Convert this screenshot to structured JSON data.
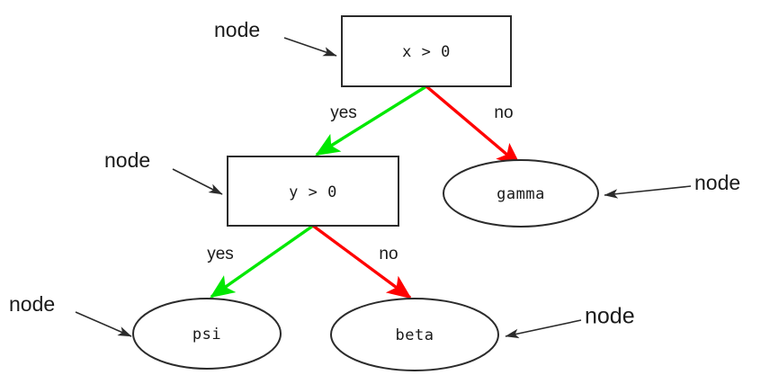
{
  "diagram": {
    "type": "decision-tree",
    "background_color": "#ffffff",
    "outline_color": "#2b2b2b",
    "yes_color": "#00e800",
    "no_color": "#ff0000",
    "nodes": [
      {
        "id": "root",
        "shape": "box",
        "label": "x > 0"
      },
      {
        "id": "second",
        "shape": "box",
        "label": "y > 0"
      },
      {
        "id": "gamma",
        "shape": "ellipse",
        "label": "gamma"
      },
      {
        "id": "psi",
        "shape": "ellipse",
        "label": "psi"
      },
      {
        "id": "beta",
        "shape": "ellipse",
        "label": "beta"
      }
    ],
    "edges": [
      {
        "from": "root",
        "to": "second",
        "label": "yes",
        "color": "#00e800"
      },
      {
        "from": "root",
        "to": "gamma",
        "label": "no",
        "color": "#ff0000"
      },
      {
        "from": "second",
        "to": "psi",
        "label": "yes",
        "color": "#00e800"
      },
      {
        "from": "second",
        "to": "beta",
        "label": "no",
        "color": "#ff0000"
      }
    ],
    "annotations": [
      {
        "id": "annot-root",
        "text": "node",
        "target": "root"
      },
      {
        "id": "annot-second",
        "text": "node",
        "target": "second"
      },
      {
        "id": "annot-gamma",
        "text": "node",
        "target": "gamma"
      },
      {
        "id": "annot-psi",
        "text": "node",
        "target": "psi"
      },
      {
        "id": "annot-beta",
        "text": "node",
        "target": "beta"
      }
    ]
  }
}
